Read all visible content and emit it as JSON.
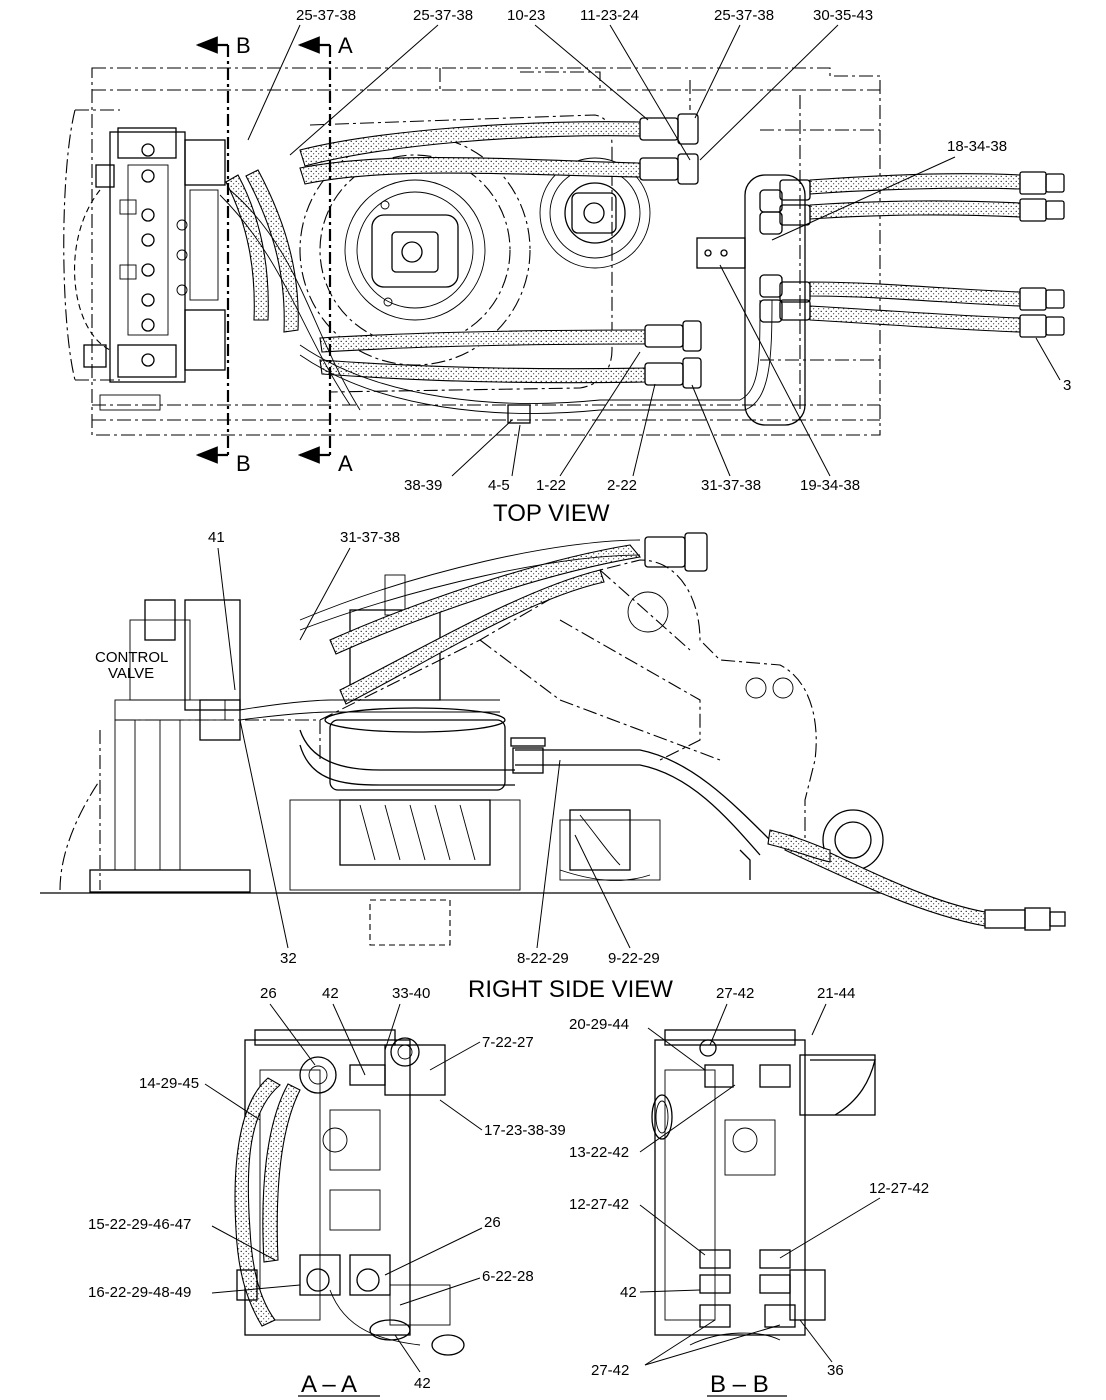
{
  "views": {
    "top": {
      "title": "TOP VIEW",
      "section_marks": [
        "B",
        "A",
        "B",
        "A"
      ],
      "callouts_top": [
        "25-37-38",
        "25-37-38",
        "10-23",
        "11-23-24",
        "25-37-38",
        "30-35-43"
      ],
      "callout_right_upper": "18-34-38",
      "callout_right_lower": "3",
      "callouts_bottom": [
        "38-39",
        "4-5",
        "1-22",
        "2-22",
        "31-37-38",
        "19-34-38"
      ]
    },
    "side": {
      "title": "RIGHT SIDE VIEW",
      "label_control_valve_line1": "CONTROL",
      "label_control_valve_line2": "VALVE",
      "callouts_top": [
        "41",
        "31-37-38"
      ],
      "callouts_bottom": [
        "32",
        "8-22-29",
        "9-22-29"
      ]
    },
    "section_aa": {
      "title": "A – A",
      "callouts": [
        "26",
        "42",
        "33-40",
        "7-22-27",
        "14-29-45",
        "17-23-38-39",
        "15-22-29-46-47",
        "26",
        "16-22-29-48-49",
        "6-22-28",
        "42"
      ]
    },
    "section_bb": {
      "title": "B – B",
      "callouts": [
        "27-42",
        "21-44",
        "20-29-44",
        "13-22-42",
        "12-27-42",
        "12-27-42",
        "42",
        "27-42",
        "36"
      ]
    }
  }
}
